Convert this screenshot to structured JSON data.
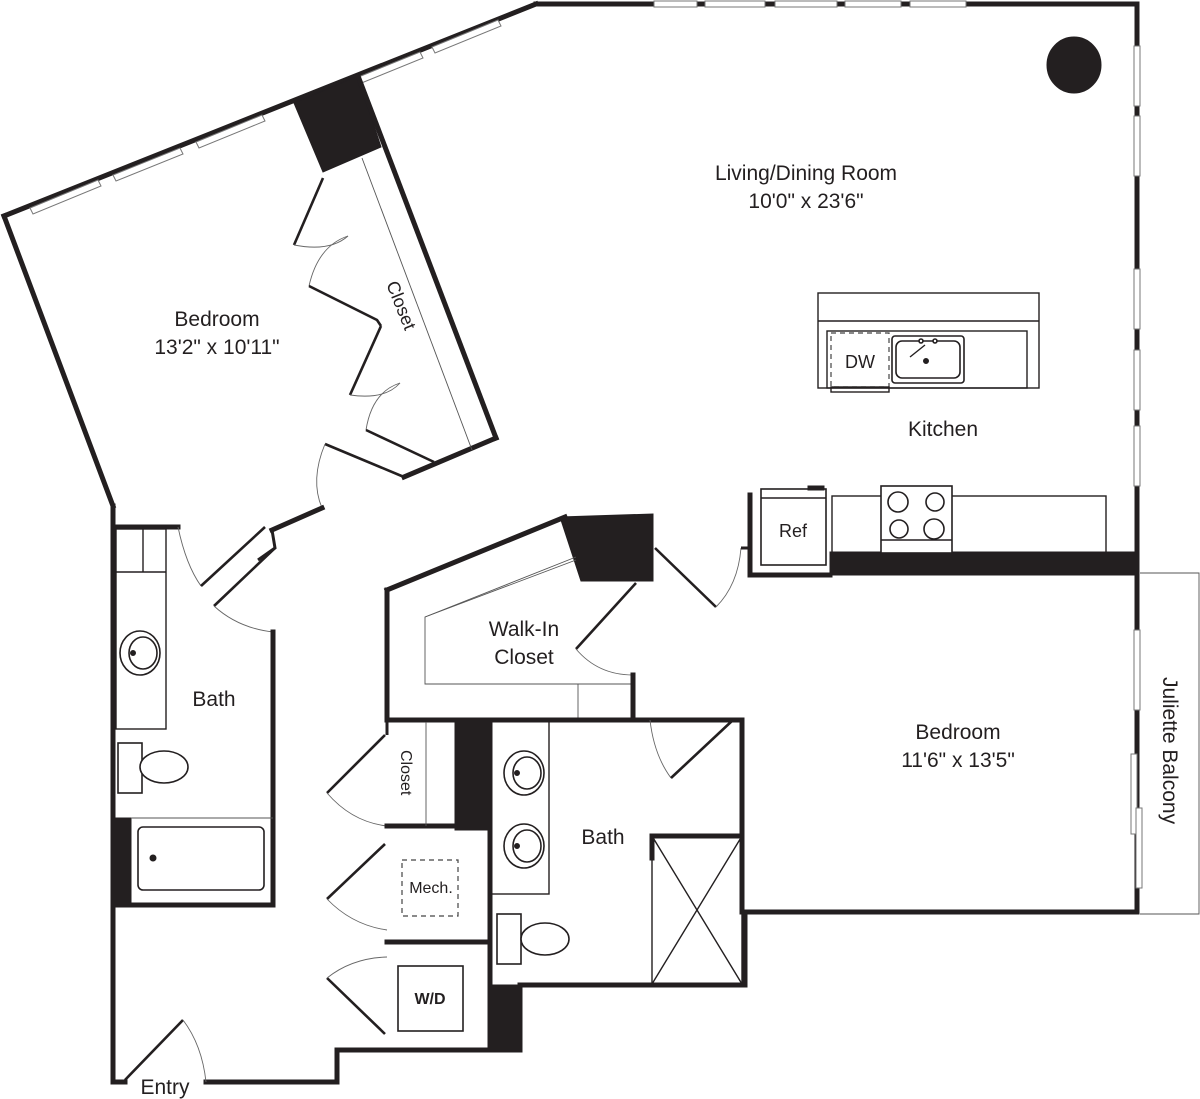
{
  "plan": {
    "rooms": {
      "living_dining": {
        "name": "Living/Dining Room",
        "size": "10'0\" x 23'6\""
      },
      "bedroom_1": {
        "name": "Bedroom",
        "size": "13'2\" x 10'11\""
      },
      "bedroom_2": {
        "name": "Bedroom",
        "size": "11'6\" x 13'5\""
      },
      "kitchen": {
        "name": "Kitchen"
      },
      "bath_1": {
        "name": "Bath"
      },
      "bath_2": {
        "name": "Bath"
      },
      "walk_in_closet": {
        "line1": "Walk-In",
        "line2": "Closet"
      },
      "closet_bedroom": {
        "name": "Closet"
      },
      "closet_hall": {
        "name": "Closet"
      },
      "mech": {
        "name": "Mech."
      },
      "entry": {
        "name": "Entry"
      },
      "balcony": {
        "name": "Juliette Balcony"
      }
    },
    "appliances": {
      "dishwasher": "DW",
      "refrigerator": "Ref",
      "washer_dryer": "W/D"
    },
    "colors": {
      "wall": "#231f20",
      "background": "#ffffff",
      "window": "#ffffff"
    }
  }
}
